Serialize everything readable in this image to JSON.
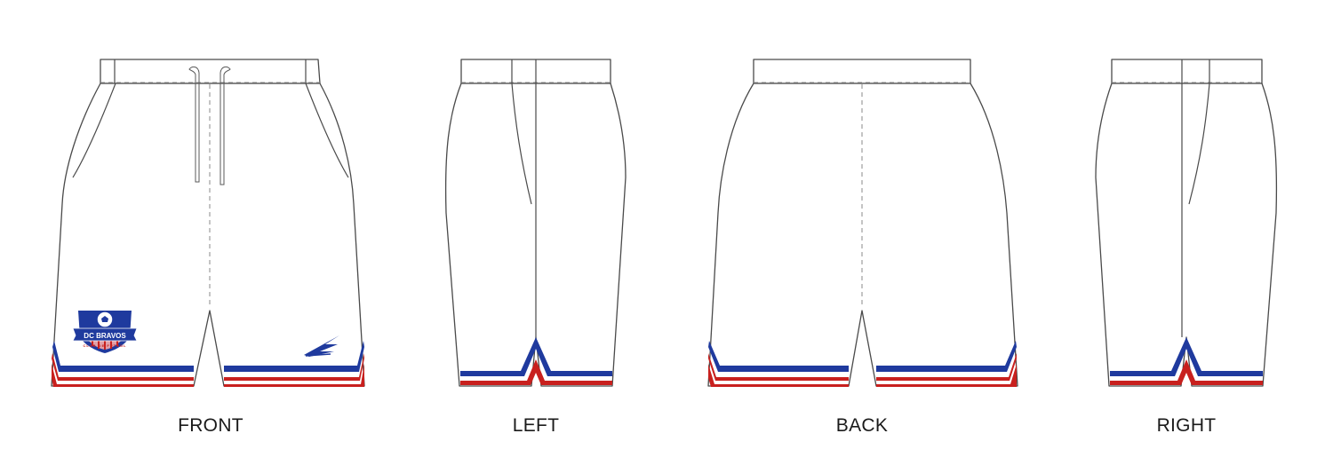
{
  "views": [
    {
      "id": "front",
      "label": "FRONT"
    },
    {
      "id": "left",
      "label": "LEFT"
    },
    {
      "id": "back",
      "label": "BACK"
    },
    {
      "id": "right",
      "label": "RIGHT"
    }
  ],
  "logo": {
    "name": "DC BRAVOS",
    "tagline": "CLUB DE FUTBOL"
  },
  "colors": {
    "blue": "#1f3a9e",
    "red": "#c8201e",
    "white": "#ffffff",
    "outline": "#4a4a4a"
  }
}
